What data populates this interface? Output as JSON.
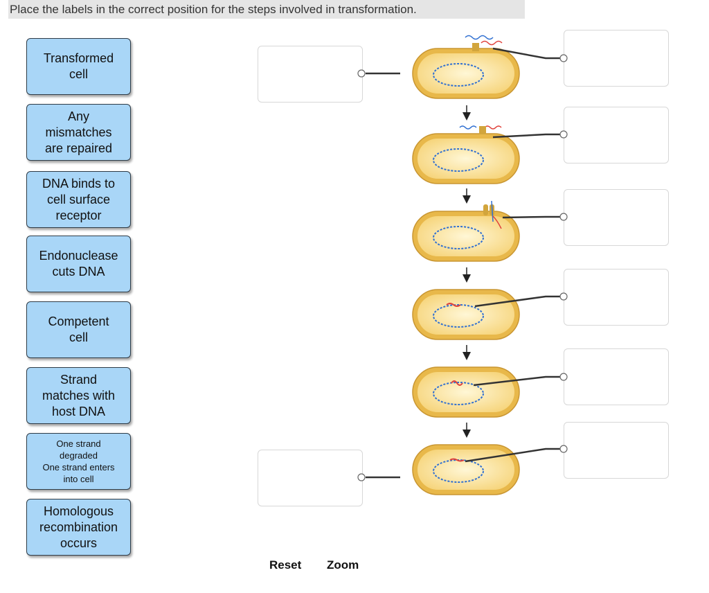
{
  "prompt": "Place the labels in the correct position for the steps involved in transformation.",
  "labels": [
    "Transformed\ncell",
    "Any\nmismatches\nare repaired",
    "DNA binds to\ncell surface\nreceptor",
    "Endonuclease\ncuts DNA",
    "Competent\ncell",
    "Strand\nmatches with\nhost DNA",
    "One strand\ndegraded\nOne strand enters\ninto cell",
    "Homologous\nrecombination\noccurs"
  ],
  "controls": {
    "reset": "Reset",
    "zoom": "Zoom"
  },
  "colors": {
    "label_fill": "#a9d6f7",
    "cell_outer": "#e8b84a",
    "cell_inner": "#fbe7a6",
    "host_dna": "#2f6fd1",
    "donor_dna_red": "#e0413a",
    "donor_dna_green": "#3fae49"
  }
}
